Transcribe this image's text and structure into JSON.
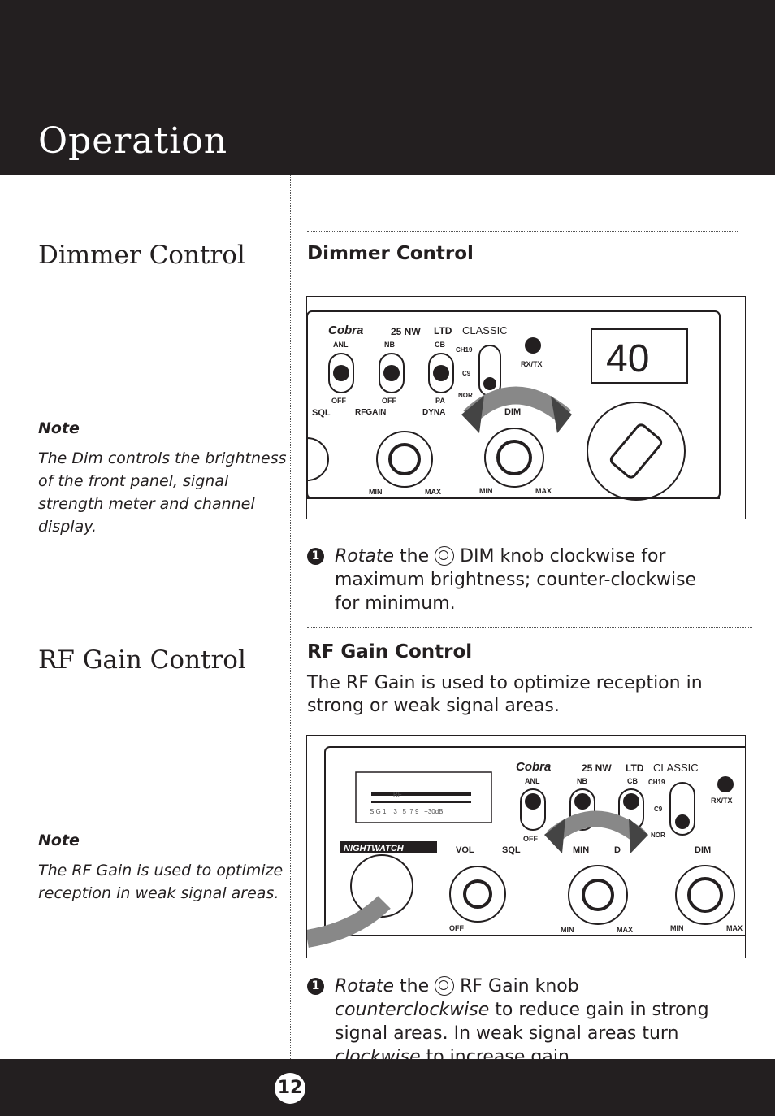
{
  "header": {
    "title": "Operation"
  },
  "dimmer": {
    "side_title": "Dimmer Control",
    "title": "Dimmer Control",
    "note_label": "Note",
    "note_text": "The Dim controls the brightness of the front panel, signal strength meter and channel display.",
    "step_number": "1",
    "step_verb": "Rotate",
    "step_text_before": " the ",
    "step_text_after": "DIM knob clockwise for maximum brightness; counter-clockwise for minimum.",
    "knob_icon": "dim-knob-icon"
  },
  "rf_gain": {
    "side_title": "RF Gain Control",
    "title": "RF Gain Control",
    "intro": "The RF Gain is used to optimize reception in strong or weak signal areas.",
    "note_label": "Note",
    "note_text": "The RF Gain is used to optimize reception in weak signal areas.",
    "step_number": "1",
    "step_verb": "Rotate",
    "step_text_before": " the ",
    "step_text_mid": " RF Gain knob ",
    "step_em1": "counterclockwise",
    "step_text_mid2": " to reduce gain in strong signal areas. In weak signal areas turn ",
    "step_em2": "clockwise",
    "step_text_end": " to increase gain.",
    "knob_icon": "rf-gain-knob-icon"
  },
  "radio1": {
    "brand": "Cobra",
    "model": "25 NW",
    "ltd": "LTD",
    "classic": "CLASSIC",
    "channel_display": "40",
    "labels": {
      "anl": "ANL",
      "nb": "NB",
      "cb": "CB",
      "ch19": "CH19",
      "c9": "C9",
      "nor": "NOR",
      "rxtx": "RX/TX",
      "off1": "OFF",
      "off2": "OFF",
      "pa": "PA",
      "sql": "SQL",
      "rfgain": "RFGAIN",
      "dyna": "DYNA",
      "dim": "DIM",
      "min1": "MIN",
      "max1": "MAX",
      "min2": "MIN",
      "max2": "MAX"
    }
  },
  "radio2": {
    "brand": "Cobra",
    "model": "25 NW",
    "ltd": "LTD",
    "classic": "CLASSIC",
    "nightwatch": "NIGHTWATCH",
    "meter": {
      "rf": "RF",
      "scale": "SIG 1    3   5  7 9   +30dB"
    },
    "labels": {
      "anl": "ANL",
      "nb": "NB",
      "cb": "CB",
      "ch19": "CH19",
      "c9": "C9",
      "nor": "NOR",
      "rxtx": "RX/TX",
      "off": "OFF",
      "vol": "VOL",
      "sql": "SQL",
      "min_d": "MIN",
      "d": "D",
      "dim": "DIM",
      "off2": "OFF",
      "min1": "MIN",
      "max1": "MAX",
      "min2": "MIN",
      "max2": "MAX"
    }
  },
  "footer": {
    "page_number": "12"
  }
}
